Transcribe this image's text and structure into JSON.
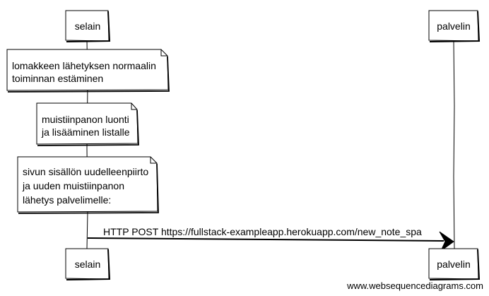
{
  "participants": [
    {
      "name": "selain"
    },
    {
      "name": "palvelin"
    }
  ],
  "notes": [
    {
      "lines": [
        "lomakkeen lähetyksen normaalin",
        "toiminnan estäminen"
      ]
    },
    {
      "lines": [
        "muistiinpanon luonti",
        "ja lisääminen listalle"
      ]
    },
    {
      "lines": [
        "sivun sisällön uudelleenpiirto",
        "ja uuden muistiinpanon",
        "lähetys palvelimelle:"
      ]
    }
  ],
  "messages": [
    {
      "from": "selain",
      "to": "palvelin",
      "label": "HTTP POST https://fullstack-exampleapp.herokuapp.com/new_note_spa"
    }
  ],
  "watermark": "www.websequencediagrams.com"
}
